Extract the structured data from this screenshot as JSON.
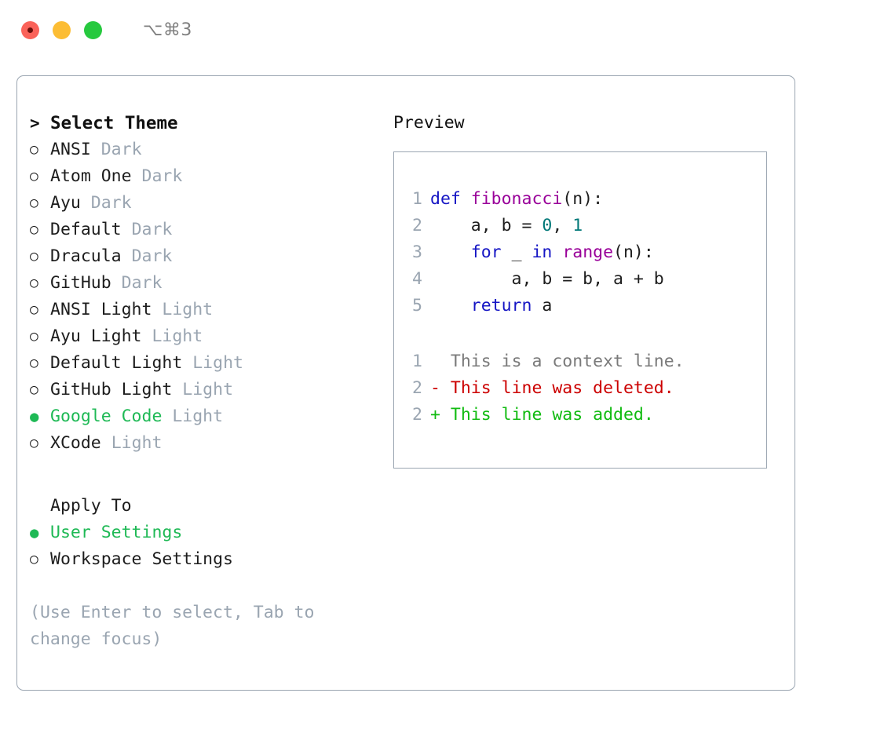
{
  "titlebar": {
    "buttons": [
      {
        "name": "close",
        "color": "#fa6259"
      },
      {
        "name": "minimize",
        "color": "#fcbd34"
      },
      {
        "name": "zoom",
        "color": "#27c93f"
      }
    ],
    "shortcut": "⌥⌘3"
  },
  "theme_picker": {
    "prompt_marker": ">",
    "title": "Select Theme",
    "marker_unselected": "○",
    "marker_selected": "●",
    "selected_color": "#1eb955",
    "kind_color": "#9aa5b1",
    "items": [
      {
        "marker": "○",
        "name": "ANSI",
        "kind": "Dark",
        "selected": false
      },
      {
        "marker": "○",
        "name": "Atom One",
        "kind": "Dark",
        "selected": false
      },
      {
        "marker": "○",
        "name": "Ayu",
        "kind": "Dark",
        "selected": false
      },
      {
        "marker": "○",
        "name": "Default",
        "kind": "Dark",
        "selected": false
      },
      {
        "marker": "○",
        "name": "Dracula",
        "kind": "Dark",
        "selected": false
      },
      {
        "marker": "○",
        "name": "GitHub",
        "kind": "Dark",
        "selected": false
      },
      {
        "marker": "○",
        "name": "ANSI Light",
        "kind": "Light",
        "selected": false
      },
      {
        "marker": "○",
        "name": "Ayu Light",
        "kind": "Light",
        "selected": false
      },
      {
        "marker": "○",
        "name": "Default Light",
        "kind": "Light",
        "selected": false
      },
      {
        "marker": "○",
        "name": "GitHub Light",
        "kind": "Light",
        "selected": false
      },
      {
        "marker": "●",
        "name": "Google Code",
        "kind": "Light",
        "selected": true
      },
      {
        "marker": "○",
        "name": "XCode",
        "kind": "Light",
        "selected": false
      }
    ]
  },
  "apply_to": {
    "title": "Apply To",
    "options": [
      {
        "marker": "●",
        "label": "User Settings",
        "selected": true
      },
      {
        "marker": "○",
        "label": "Workspace Settings",
        "selected": false
      }
    ]
  },
  "hint": "(Use Enter to select, Tab to change focus)",
  "preview": {
    "title": "Preview",
    "code_lines": [
      {
        "num": "1",
        "tokens": [
          {
            "t": "def ",
            "c": "kw"
          },
          {
            "t": "fibonacci",
            "c": "fn"
          },
          {
            "t": "(n):",
            "c": "plain"
          }
        ]
      },
      {
        "num": "2",
        "tokens": [
          {
            "t": "    a, b = ",
            "c": "plain"
          },
          {
            "t": "0",
            "c": "num"
          },
          {
            "t": ", ",
            "c": "plain"
          },
          {
            "t": "1",
            "c": "num"
          }
        ]
      },
      {
        "num": "3",
        "tokens": [
          {
            "t": "    ",
            "c": "plain"
          },
          {
            "t": "for",
            "c": "kw"
          },
          {
            "t": " _ ",
            "c": "plain"
          },
          {
            "t": "in",
            "c": "kw"
          },
          {
            "t": " ",
            "c": "plain"
          },
          {
            "t": "range",
            "c": "fn"
          },
          {
            "t": "(n):",
            "c": "plain"
          }
        ]
      },
      {
        "num": "4",
        "tokens": [
          {
            "t": "        a, b = b, a + b",
            "c": "plain"
          }
        ]
      },
      {
        "num": "5",
        "tokens": [
          {
            "t": "    ",
            "c": "plain"
          },
          {
            "t": "return",
            "c": "kw"
          },
          {
            "t": " a",
            "c": "plain"
          }
        ]
      }
    ],
    "diff_lines": [
      {
        "num": "1",
        "sign": " ",
        "text": "This is a context line.",
        "kind": "ctx"
      },
      {
        "num": "2",
        "sign": "-",
        "text": "This line was deleted.",
        "kind": "del"
      },
      {
        "num": "2",
        "sign": "+",
        "text": "This line was added.",
        "kind": "add"
      }
    ],
    "syntax_colors": {
      "keyword": "#1515c4",
      "function": "#990099",
      "number": "#007878",
      "plain": "#1d1d1d",
      "gutter": "#9aa5b1",
      "diff_context": "#7a7a7a",
      "diff_deleted": "#cc0000",
      "diff_added": "#11bb11"
    }
  }
}
